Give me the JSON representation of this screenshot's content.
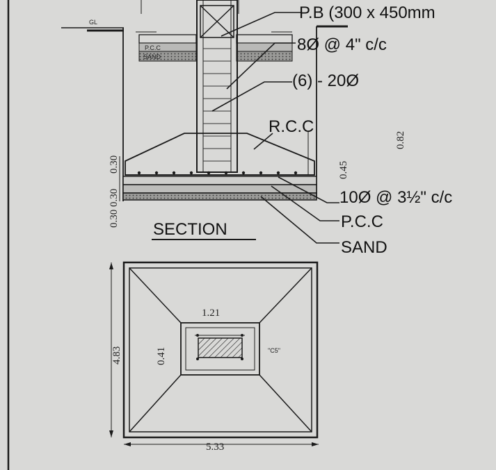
{
  "section_labels": {
    "pb": "P.B (300 x 450mm",
    "stirrup": "8Ø @ 4\" c/c",
    "bars": "(6) - 20Ø",
    "rcc": "R.C.C",
    "mesh": "10Ø @ 3½\" c/c",
    "pcc": "P.C.C",
    "sand": "SAND",
    "title": "SECTION",
    "gl": "GL",
    "pcc_small": "P.C.C",
    "sand_small": "SAND"
  },
  "section_dims": {
    "d082": "0.82",
    "d045": "0.45",
    "d030_top": "0.30",
    "d030_bot": "0.30 0.30"
  },
  "plan": {
    "width": "5.33",
    "height": "4.83",
    "pedestal_width": "1.21",
    "pedestal_height": "0.41",
    "column_tag": "\"C5\""
  },
  "colors": {
    "paper": "#d9d9d7",
    "ink": "#1a1a1a"
  }
}
